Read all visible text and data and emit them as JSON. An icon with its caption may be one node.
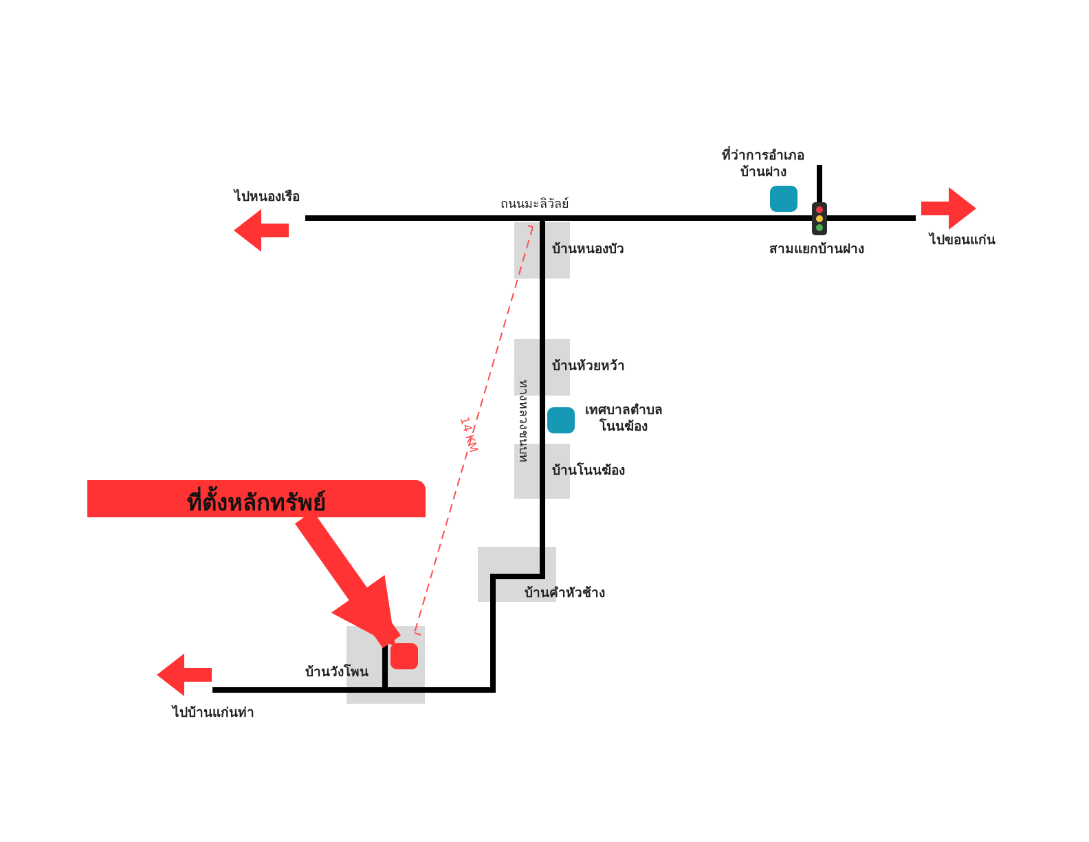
{
  "diagram": {
    "nodes": [
      {
        "text": [
          "ที่ตั้งหลักทรัพย์"
        ]
      },
      {
        "text": [],
        "shape": "box"
      }
    ],
    "edges": [
      {
        "from": 0,
        "to": 1,
        "arrow": "to",
        "color": "#ff3333"
      }
    ],
    "labels": [
      "ที่ว่าการอำเภอ บ้านฝาง",
      "ไปหนองเรือ",
      "ถนนมะลิวัลย์",
      "บ้านหนองบัว",
      "สามแยกบ้านฝาง",
      "ไปขอนแก่น",
      "บ้านห้วยหว้า",
      "ทางหลวงชนบท",
      "เทศบาลตำบล โนนฆ้อง",
      "14 KM",
      "บ้านโนนฆ้อง",
      "บ้านคำหัวช้าง",
      "บ้านวังโพน",
      "ไปบ้านแก่นท่า"
    ]
  }
}
